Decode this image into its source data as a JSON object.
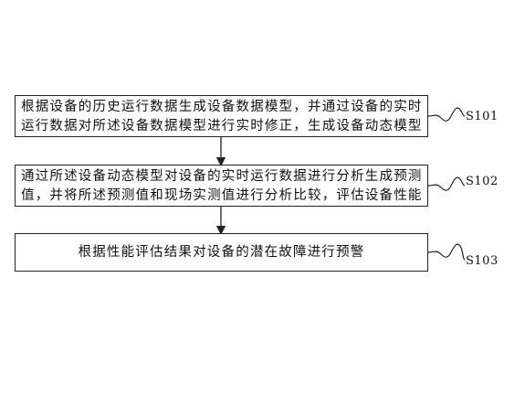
{
  "steps": [
    {
      "id": "S101",
      "lines": [
        "根据设备的历史运行数据生成设备数据模型，并通过设备的实时",
        "运行数据对所述设备数据模型进行实时修正，生成设备动态模型"
      ]
    },
    {
      "id": "S102",
      "lines": [
        "通过所述设备动态模型对设备的实时运行数据进行分析生成预测",
        "值，并将所述预测值和现场实测值进行分析比较，评估设备性能"
      ]
    },
    {
      "id": "S103",
      "lines": [
        "根据性能评估结果对设备的潜在故障进行预警"
      ]
    }
  ]
}
